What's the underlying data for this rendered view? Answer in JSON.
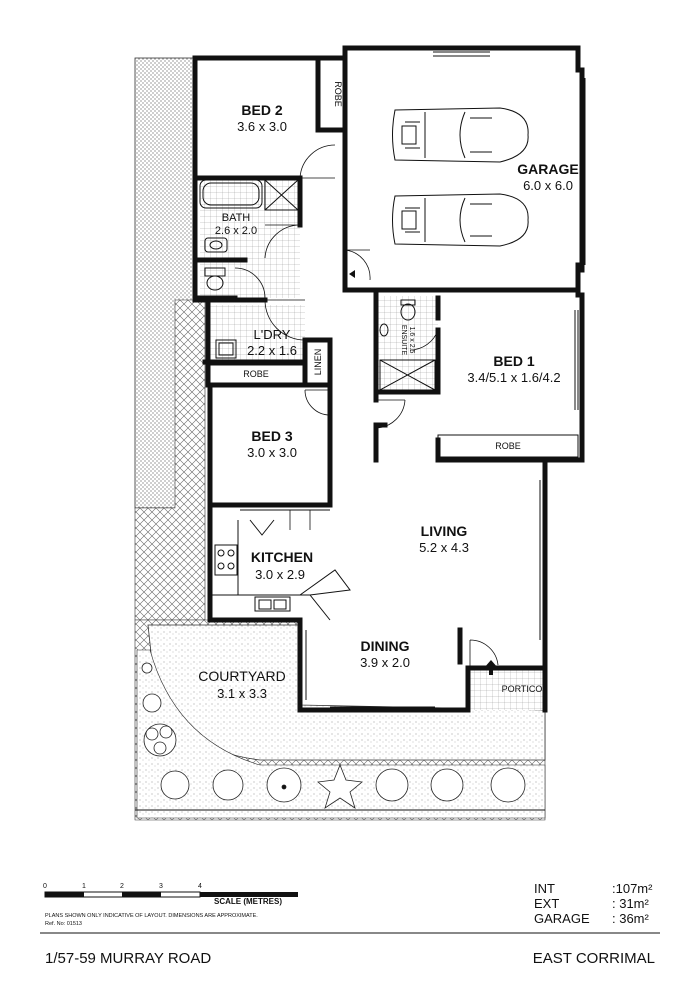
{
  "rooms": {
    "bed2": {
      "name": "BED 2",
      "dim": "3.6 x 3.0"
    },
    "garage": {
      "name": "GARAGE",
      "dim": "6.0 x 6.0"
    },
    "bath": {
      "name": "BATH",
      "dim": "2.6 x 2.0"
    },
    "laundry": {
      "name": "L'DRY",
      "dim": "2.2 x 1.6"
    },
    "bed1": {
      "name": "BED 1",
      "dim": "3.4/5.1 x 1.6/4.2"
    },
    "bed3": {
      "name": "BED 3",
      "dim": "3.0 x 3.0"
    },
    "living": {
      "name": "LIVING",
      "dim": "5.2 x 4.3"
    },
    "kitchen": {
      "name": "KITCHEN",
      "dim": "3.0 x 2.9"
    },
    "dining": {
      "name": "DINING",
      "dim": "3.9 x 2.0"
    },
    "courtyard": {
      "name": "COURTYARD",
      "dim": "3.1 x 3.3"
    }
  },
  "labels": {
    "robe": "ROBE",
    "linen": "LINEN",
    "ensuite": "ENSUITE",
    "ensuite_dim": "1.6 x 2.5",
    "portico": "PORTICO"
  },
  "scale": {
    "ticks": [
      "0",
      "1",
      "2",
      "3",
      "4"
    ],
    "label": "SCALE (METRES)",
    "disclaimer": "PLANS SHOWN ONLY INDICATIVE OF LAYOUT.  DIMENSIONS ARE APPROXIMATE.",
    "ref": "Ref. No: 01513"
  },
  "areas": [
    {
      "label": "INT",
      "value": ":107m²"
    },
    {
      "label": "EXT",
      "value": ":  31m²"
    },
    {
      "label": "GARAGE",
      "value": ":  36m²"
    }
  ],
  "address": "1/57-59 MURRAY ROAD",
  "suburb": "EAST CORRIMAL"
}
